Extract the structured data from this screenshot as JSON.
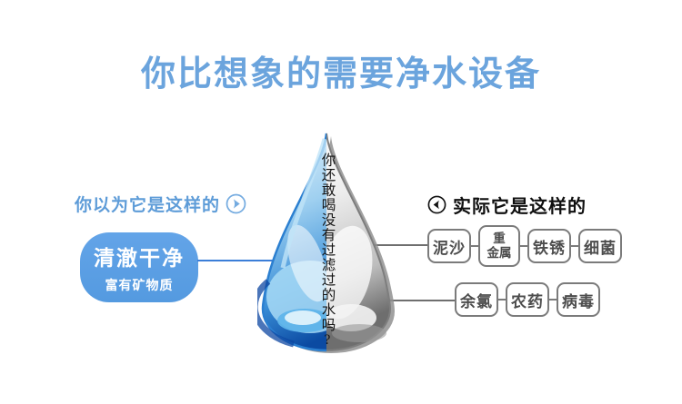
{
  "title": {
    "text": "你比想象的需要净水设备"
  },
  "colors": {
    "title_blue": "#6ba4dd",
    "card_blue": "#549ae0",
    "connector_blue": "#3b7ed8",
    "connector_gray": "#6f6f6f",
    "pill_border": "#7b7b7b",
    "pill_text": "#4d4d4d",
    "drop_left": "#1565c0",
    "drop_right": "#8f8f8f"
  },
  "drop": {
    "question_text": "你还敢喝没有过滤过的水吗?"
  },
  "left": {
    "header": "你以为它是这样的",
    "arrow_icon": "circle-right-arrow",
    "card": {
      "title": "清澈干净",
      "subtitle": "富有矿物质"
    }
  },
  "right": {
    "header": "实际它是这样的",
    "arrow_icon": "circle-left-arrow",
    "row1": [
      "泥沙",
      "重\n金属",
      "铁锈",
      "细菌"
    ],
    "row2": [
      "余氯",
      "农药",
      "病毒"
    ]
  }
}
